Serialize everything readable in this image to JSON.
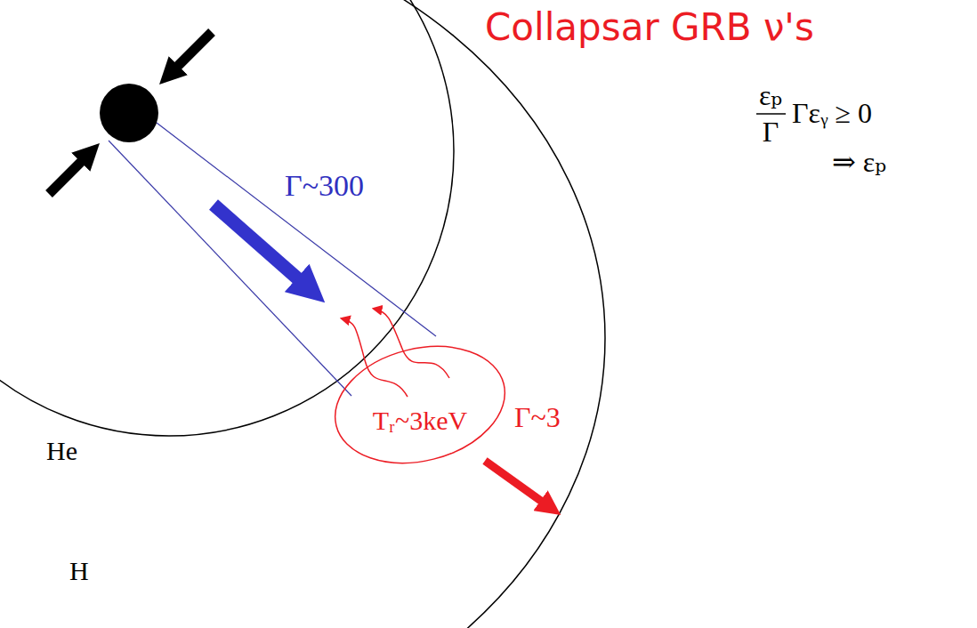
{
  "diagram": {
    "title": "Collapsar GRB ν's",
    "nodes": [
      {
        "text": [
          "Tᵣ~3keV"
        ]
      }
    ],
    "labels": [
      "Γ~300",
      "He",
      "Γ~3",
      "H",
      "εₚ",
      "Γ",
      "Γεᵧ ≥ 0",
      "⇒ εₚ"
    ]
  }
}
